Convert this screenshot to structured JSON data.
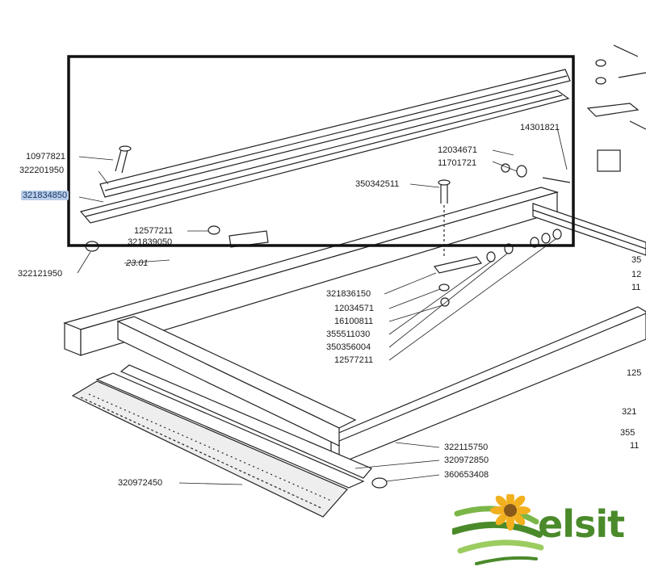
{
  "labels": {
    "p10977821": "10977821",
    "p322201950": "322201950",
    "p321834850": "321834850",
    "p12577211_top": "12577211",
    "p321839050": "321839050",
    "p322121950": "322121950",
    "p23_01": "23.01",
    "p14301821": "14301821",
    "p12034671": "12034671",
    "p11701721": "11701721",
    "p350342511": "350342511",
    "p321836150": "321836150",
    "p12034571": "12034571",
    "p16100811": "16100811",
    "p355511030": "355511030",
    "p350356004": "350356004",
    "p12577211_bottom": "12577211",
    "p322115750": "322115750",
    "p320972850": "320972850",
    "p360653408": "360653408",
    "p320972450": "320972450",
    "edge_35": "35",
    "edge_12": "12",
    "edge_11a": "11",
    "edge_125": "125",
    "edge_321": "321",
    "edge_355": "355",
    "edge_11b": "11"
  },
  "logo": {
    "text": "elsit"
  },
  "colors": {
    "line": "#222222",
    "highlight": "#b9cde8",
    "logo_green": "#4a8a2a",
    "sunflower": "#f2b01e"
  }
}
